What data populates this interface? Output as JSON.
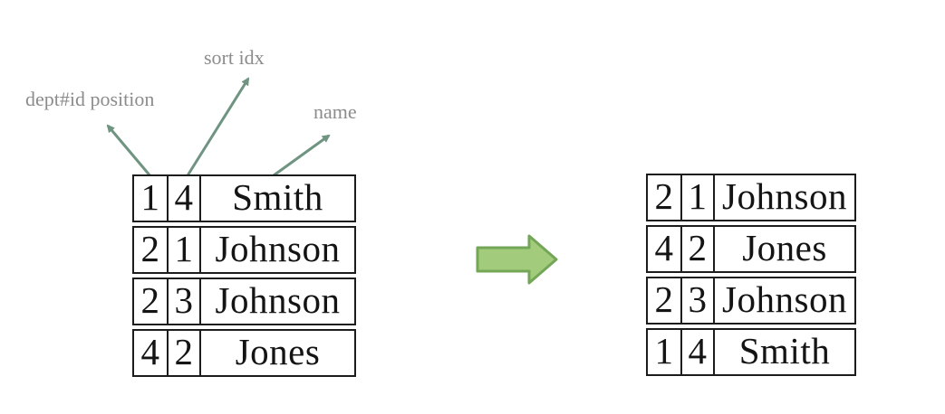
{
  "diagram": {
    "description": "sort transformation of a table by sort idx column",
    "annotations": {
      "col1_label": "dept#id position",
      "col2_label": "sort idx",
      "col3_label": "name"
    },
    "left_table": {
      "rows": [
        {
          "dept_id": "1",
          "sort_idx": "4",
          "name": "Smith"
        },
        {
          "dept_id": "2",
          "sort_idx": "1",
          "name": "Johnson"
        },
        {
          "dept_id": "2",
          "sort_idx": "3",
          "name": "Johnson"
        },
        {
          "dept_id": "4",
          "sort_idx": "2",
          "name": "Jones"
        }
      ]
    },
    "right_table": {
      "rows": [
        {
          "dept_id": "2",
          "sort_idx": "1",
          "name": "Johnson"
        },
        {
          "dept_id": "4",
          "sort_idx": "2",
          "name": "Jones"
        },
        {
          "dept_id": "2",
          "sort_idx": "3",
          "name": "Johnson"
        },
        {
          "dept_id": "1",
          "sort_idx": "4",
          "name": "Smith"
        }
      ]
    },
    "icons": {
      "transform_arrow": "right-block-arrow",
      "pointer_arrows": [
        "dept-id-pointer-arrow",
        "sort-idx-pointer-arrow",
        "name-pointer-arrow"
      ]
    },
    "colors": {
      "pointer_arrow": "#6F9481",
      "block_arrow_fill": "#A2CC7B",
      "block_arrow_border": "#74A657",
      "label_text": "#8C8C8C",
      "table_border": "#1C1C1C",
      "table_text": "#141414",
      "background": "#FFFFFF"
    }
  }
}
